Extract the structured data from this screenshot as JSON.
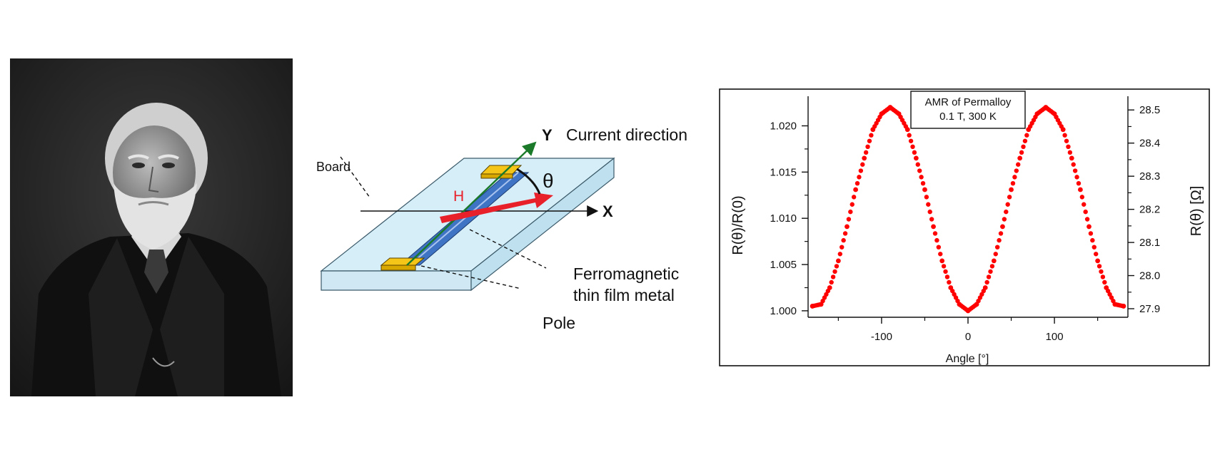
{
  "diagram": {
    "axis_y": "Y",
    "axis_x": "X",
    "current_direction": "Current direction",
    "board": "Board",
    "h_label": "H",
    "theta": "θ",
    "film_line1": "Ferromagnetic",
    "film_line2": "thin film metal",
    "pole": "Pole"
  },
  "colors": {
    "board_fill": "#d6eef8",
    "strip_fill": "#3f74c4",
    "pad_fill": "#f5c518",
    "vector_red": "#e8202a",
    "current_green": "#1a7a2a",
    "plot_red": "#ff0000"
  },
  "chart_data": {
    "type": "scatter",
    "legend_title": "AMR of Permalloy",
    "legend_subtitle": "0.1 T, 300 K",
    "xlabel": "Angle [°]",
    "ylabel_left": "R(θ)/R(0)",
    "ylabel_right": "R(θ) [Ω]",
    "xlim": [
      -185,
      185
    ],
    "ylim_left": [
      0.9993,
      1.0232
    ],
    "ylim_right": [
      27.8742,
      28.5414
    ],
    "x_ticks": [
      -100,
      0,
      100
    ],
    "x_tick_labels": [
      "-100",
      "0",
      "100"
    ],
    "y_left_ticks": [
      1.0,
      1.005,
      1.01,
      1.015,
      1.02
    ],
    "y_left_tick_labels": [
      "1.000",
      "1.005",
      "1.010",
      "1.015",
      "1.020"
    ],
    "y_right_ticks": [
      27.9,
      28.0,
      28.1,
      28.2,
      28.3,
      28.4,
      28.5
    ],
    "y_right_tick_labels": [
      "27.9",
      "28.0",
      "28.1",
      "28.2",
      "28.3",
      "28.4",
      "28.5"
    ],
    "x": [
      -180,
      -170,
      -160,
      -150,
      -140,
      -130,
      -120,
      -110,
      -100,
      -90,
      -80,
      -70,
      -60,
      -50,
      -40,
      -30,
      -20,
      -10,
      0,
      10,
      20,
      30,
      40,
      50,
      60,
      70,
      80,
      90,
      100,
      110,
      120,
      130,
      140,
      150,
      160,
      170,
      180
    ],
    "y": [
      1.0005,
      1.0007,
      1.0025,
      1.0054,
      1.0091,
      1.0131,
      1.0165,
      1.0196,
      1.0213,
      1.022,
      1.0213,
      1.0196,
      1.0165,
      1.0131,
      1.0091,
      1.0054,
      1.0025,
      1.0007,
      1.0,
      1.0007,
      1.0025,
      1.0054,
      1.0091,
      1.0131,
      1.0165,
      1.0196,
      1.0213,
      1.022,
      1.0213,
      1.0196,
      1.0165,
      1.0131,
      1.0091,
      1.0054,
      1.0025,
      1.0007,
      1.0005
    ]
  }
}
